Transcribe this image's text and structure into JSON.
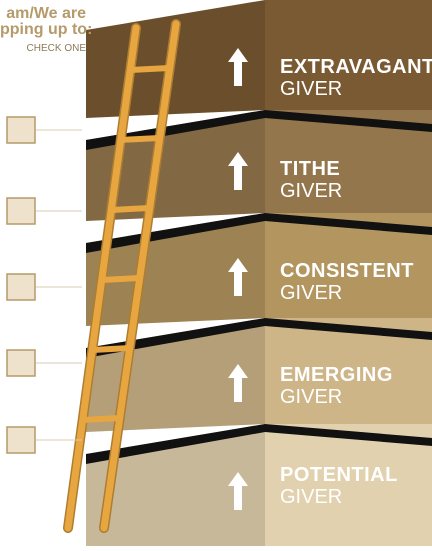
{
  "header": {
    "line1": "am/We are",
    "line2": "pping up to:",
    "line3": "CHECK ONE"
  },
  "tiers": [
    {
      "title": "EXTRAVAGANT",
      "subtitle": "GIVER",
      "checked": false,
      "color": "#7a5a33"
    },
    {
      "title": "TITHE",
      "subtitle": "GIVER",
      "checked": false,
      "color": "#94764c"
    },
    {
      "title": "CONSISTENT",
      "subtitle": "GIVER",
      "checked": false,
      "color": "#b2955f"
    },
    {
      "title": "EMERGING",
      "subtitle": "GIVER",
      "checked": false,
      "color": "#cdb588"
    },
    {
      "title": "POTENTIAL",
      "subtitle": "GIVER",
      "checked": false,
      "color": "#e2d1ae"
    }
  ],
  "colors": {
    "ladder": "#e8a640",
    "checkbox_fill": "#eee2cc",
    "checkbox_border": "#b59a6a",
    "header_text": "#b59a6a"
  }
}
